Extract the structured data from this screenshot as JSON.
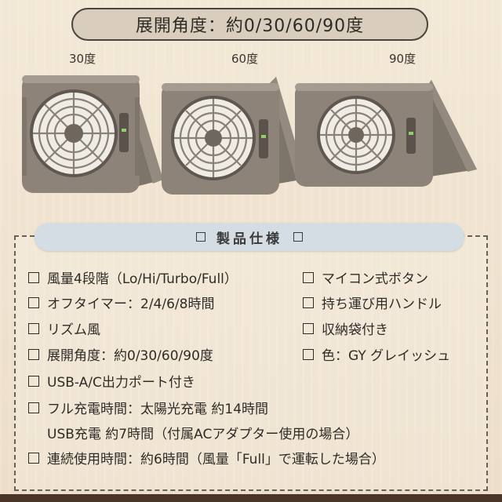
{
  "title": "展開角度：約0/30/60/90度",
  "angles": [
    "30度",
    "60度",
    "90度"
  ],
  "colors": {
    "fan_body": "#8d8378",
    "fan_dark": "#6f665d",
    "fan_light": "#a59b90",
    "accent": "#d3dde3"
  },
  "spec": {
    "heading": "製品仕様",
    "left": [
      "風量4段階（Lo/Hi/Turbo/Full）",
      "オフタイマー：2/4/6/8時間",
      "リズム風",
      "展開角度：約0/30/60/90度",
      "USB-A/C出力ポート付き",
      "フル充電時間：太陽光充電 約14時間"
    ],
    "left_continuation": "USB充電 約7時間（付属ACアダプター使用の場合）",
    "last": "連続使用時間：約6時間（風量「Full」で運転した場合）",
    "right": [
      "マイコン式ボタン",
      "持ち運び用ハンドル",
      "収納袋付き",
      "色：GY グレイッシュ"
    ]
  }
}
